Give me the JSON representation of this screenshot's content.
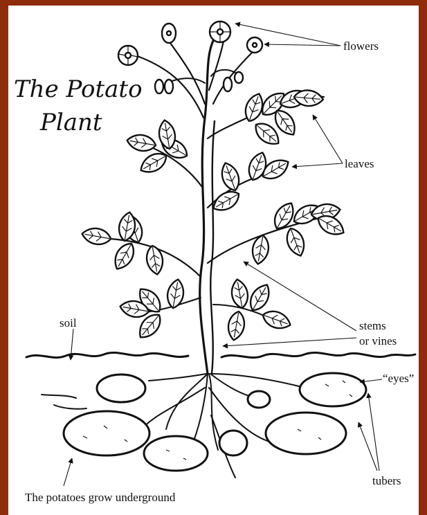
{
  "title": {
    "line1": "The Potato",
    "line2": "Plant"
  },
  "labels": {
    "flowers": "flowers",
    "leaves": "leaves",
    "stems_line1": "stems",
    "stems_line2": "or vines",
    "soil": "soil",
    "eyes": "“eyes”",
    "tubers": "tubers"
  },
  "caption": "The potatoes grow underground",
  "colors": {
    "border": "#8f2c0c",
    "ink": "#111111",
    "background": "#ffffff"
  }
}
